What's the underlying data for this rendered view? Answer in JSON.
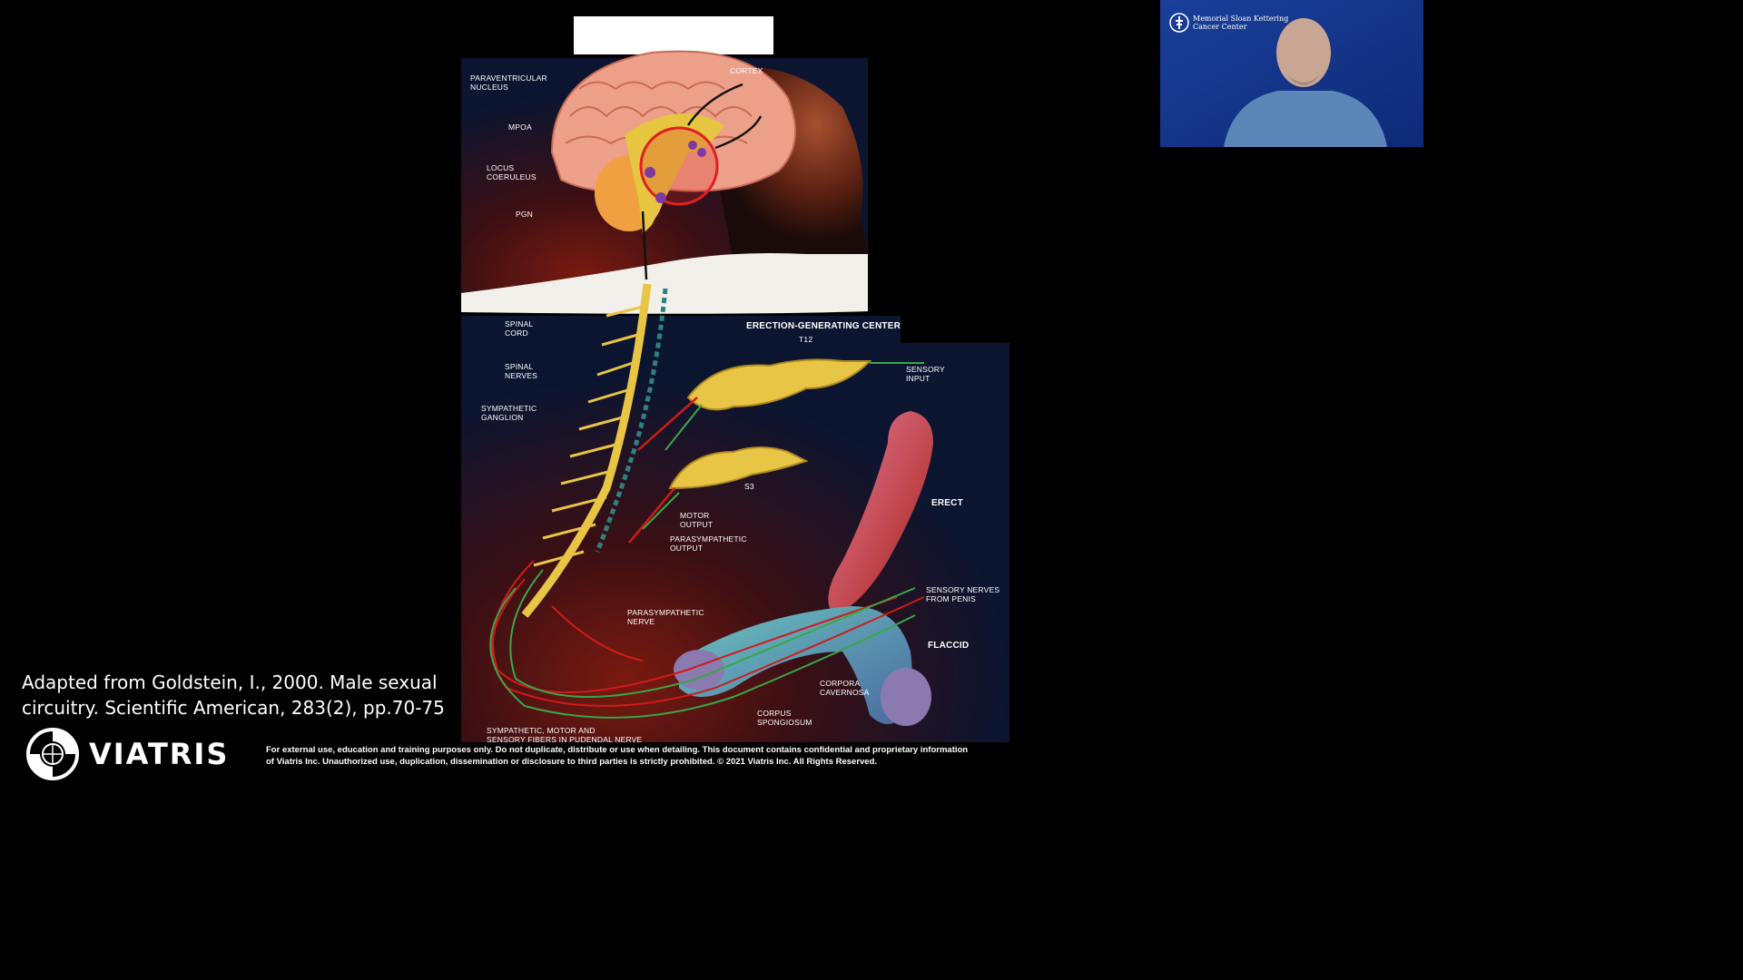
{
  "diagram": {
    "labels": {
      "paraventricular": "PARAVENTRICULAR\nNUCLEUS",
      "cortex": "CORTEX",
      "mpoa": "MPOA",
      "locus": "LOCUS\nCOERULEUS",
      "pgn": "PGN",
      "spinal_cord": "SPINAL\nCORD",
      "spinal_nerves": "SPINAL\nNERVES",
      "sympathetic_ganglion": "SYMPATHETIC\nGANGLION",
      "egc": "ERECTION-GENERATING CENTER",
      "t12": "T12",
      "sensory_input": "SENSORY\nINPUT",
      "s3": "S3",
      "motor_output": "MOTOR\nOUTPUT",
      "parasympathetic_output": "PARASYMPATHETIC\nOUTPUT",
      "erect": "ERECT",
      "sensory_nerves": "SENSORY NERVES\nFROM PENIS",
      "parasympathetic_nerve": "PARASYMPATHETIC\nNERVE",
      "flaccid": "FLACCID",
      "corpora_cavernosa": "CORPORA\nCAVERNOSA",
      "corpus_spongiosum": "CORPUS\nSPONGIOSUM",
      "pudendal": "SYMPATHETIC, MOTOR AND\nSENSORY FIBERS IN PUDENDAL NERVE"
    }
  },
  "citation": {
    "text": "Adapted from  Goldstein, I., 2000. Male sexual circuitry. Scientific American, 283(2), pp.70-75"
  },
  "brand": {
    "name": "VIATRIS",
    "logo_icon": "globe-icon"
  },
  "disclaimer": {
    "text": "For external use, education and training purposes only. Do not duplicate, distribute or use when detailing. This document contains confidential and proprietary information of Viatris Inc. Unauthorized use, duplication, dissemination or disclosure to third parties is strictly prohibited. © 2021 Viatris Inc. All Rights Reserved."
  },
  "video": {
    "org": "Memorial Sloan Kettering\nCancer Center",
    "background": "#1a3f9a"
  },
  "colors": {
    "background": "#000000",
    "nerve_red": "#d11a1a",
    "nerve_green": "#3aa64a",
    "spine_yellow": "#e8c545",
    "brain_pink": "#eca08a"
  }
}
